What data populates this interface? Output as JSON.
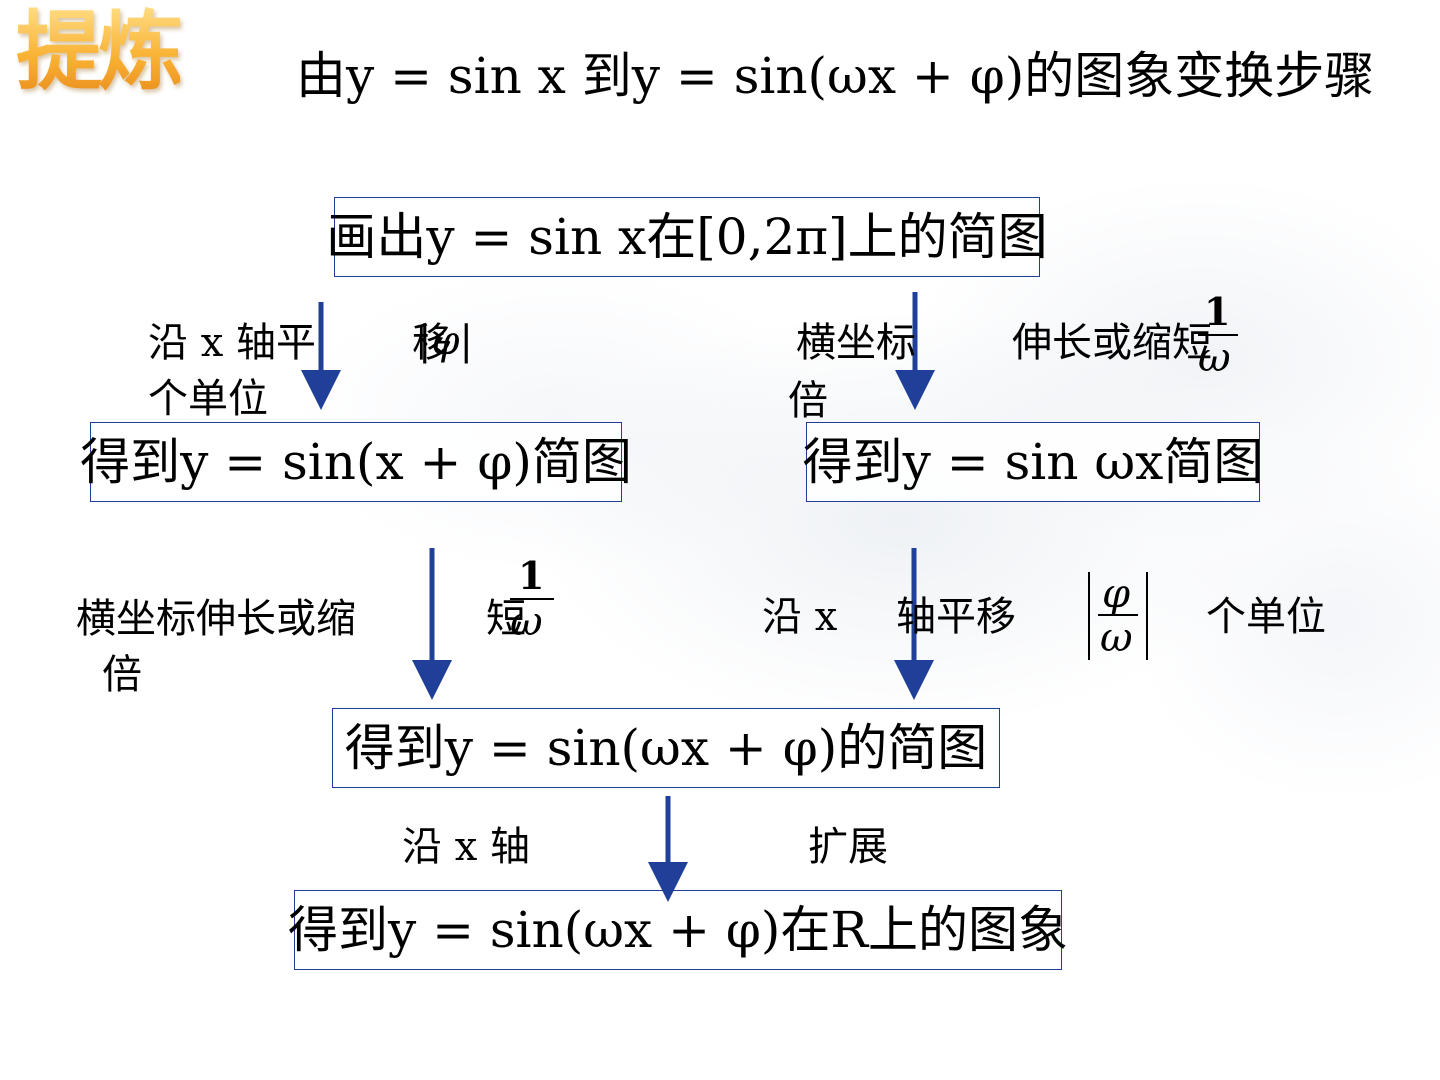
{
  "badge": "提炼",
  "title": "由y = sin x 到y = sin(ωx + φ)的图象变换步骤",
  "colors": {
    "arrow": "#1f3f99",
    "box_border": "#1f3f99",
    "badge": "#f7b733"
  },
  "boxes": {
    "start": "画出y = sin x在[0,2π]上的简图",
    "left_mid": "得到y = sin(x + φ)简图",
    "right_mid": "得到y = sin ωx简图",
    "merge": "得到y = sin(ωx + φ)的简图",
    "final": "得到y = sin(ωx + φ)在R上的图象"
  },
  "labels": {
    "left_shift_a": "沿 x 轴平",
    "left_shift_b": "移",
    "left_shift_abs": "|φ|",
    "left_shift_c": "个单位",
    "right_scale_a": "横坐标",
    "right_scale_b": "伸长或缩短",
    "right_scale_num": "1",
    "right_scale_den": "ω",
    "right_scale_c": "倍",
    "left_scale_a": "横坐标伸长或缩",
    "left_scale_b": "短",
    "left_scale_num": "1",
    "left_scale_den": "ω",
    "left_scale_c": "倍",
    "right_shift_a": "沿 x",
    "right_shift_b": "轴平移",
    "right_shift_num": "φ",
    "right_shift_den": "ω",
    "right_shift_c": "个单位",
    "extend_a": "沿 x 轴",
    "extend_b": "扩展"
  }
}
